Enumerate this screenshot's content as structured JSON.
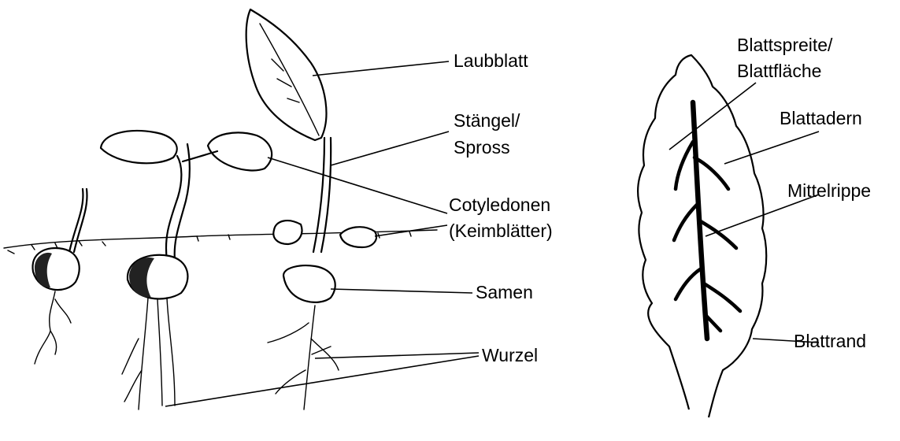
{
  "labels": {
    "laubblatt": "Laubblatt",
    "staengel_line1": "Stängel/",
    "staengel_line2": "Spross",
    "cotyledonen_line1": "Cotyledonen",
    "cotyledonen_line2": "(Keimblätter)",
    "samen": "Samen",
    "wurzel": "Wurzel",
    "blattspreite_line1": "Blattspreite/",
    "blattspreite_line2": "Blattfläche",
    "blattadern": "Blattadern",
    "mittelrippe": "Mittelrippe",
    "blattrand": "Blattrand"
  },
  "colors": {
    "ink": "#000000",
    "background": "#ffffff"
  }
}
